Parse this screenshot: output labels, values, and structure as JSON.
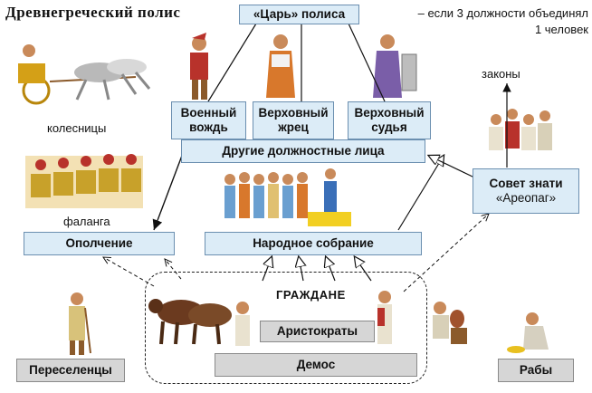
{
  "title": "Древнегреческий полис",
  "note": {
    "line1": "– если 3 должности объединял",
    "line2": "1 человек"
  },
  "boxes": {
    "king": "«Царь» полиса",
    "military": "Военный вождь",
    "priest": "Верховный жрец",
    "judge": "Верховный судья",
    "officials": "Другие должностные лица",
    "council_line1": "Совет знати",
    "council_line2": "«Ареопаг»",
    "militia": "Ополчение",
    "assembly": "Народное собрание",
    "aristocrats": "Аристократы",
    "demos": "Демос",
    "settlers": "Переселенцы",
    "slaves": "Рабы"
  },
  "labels": {
    "laws": "законы",
    "chariots": "колесницы",
    "phalanx": "фаланга",
    "citizens": "ГРАЖДАНЕ"
  },
  "colors": {
    "box_fill": "#dcecf7",
    "box_border": "#6b8fb0",
    "grey_fill": "#d6d6d6"
  }
}
